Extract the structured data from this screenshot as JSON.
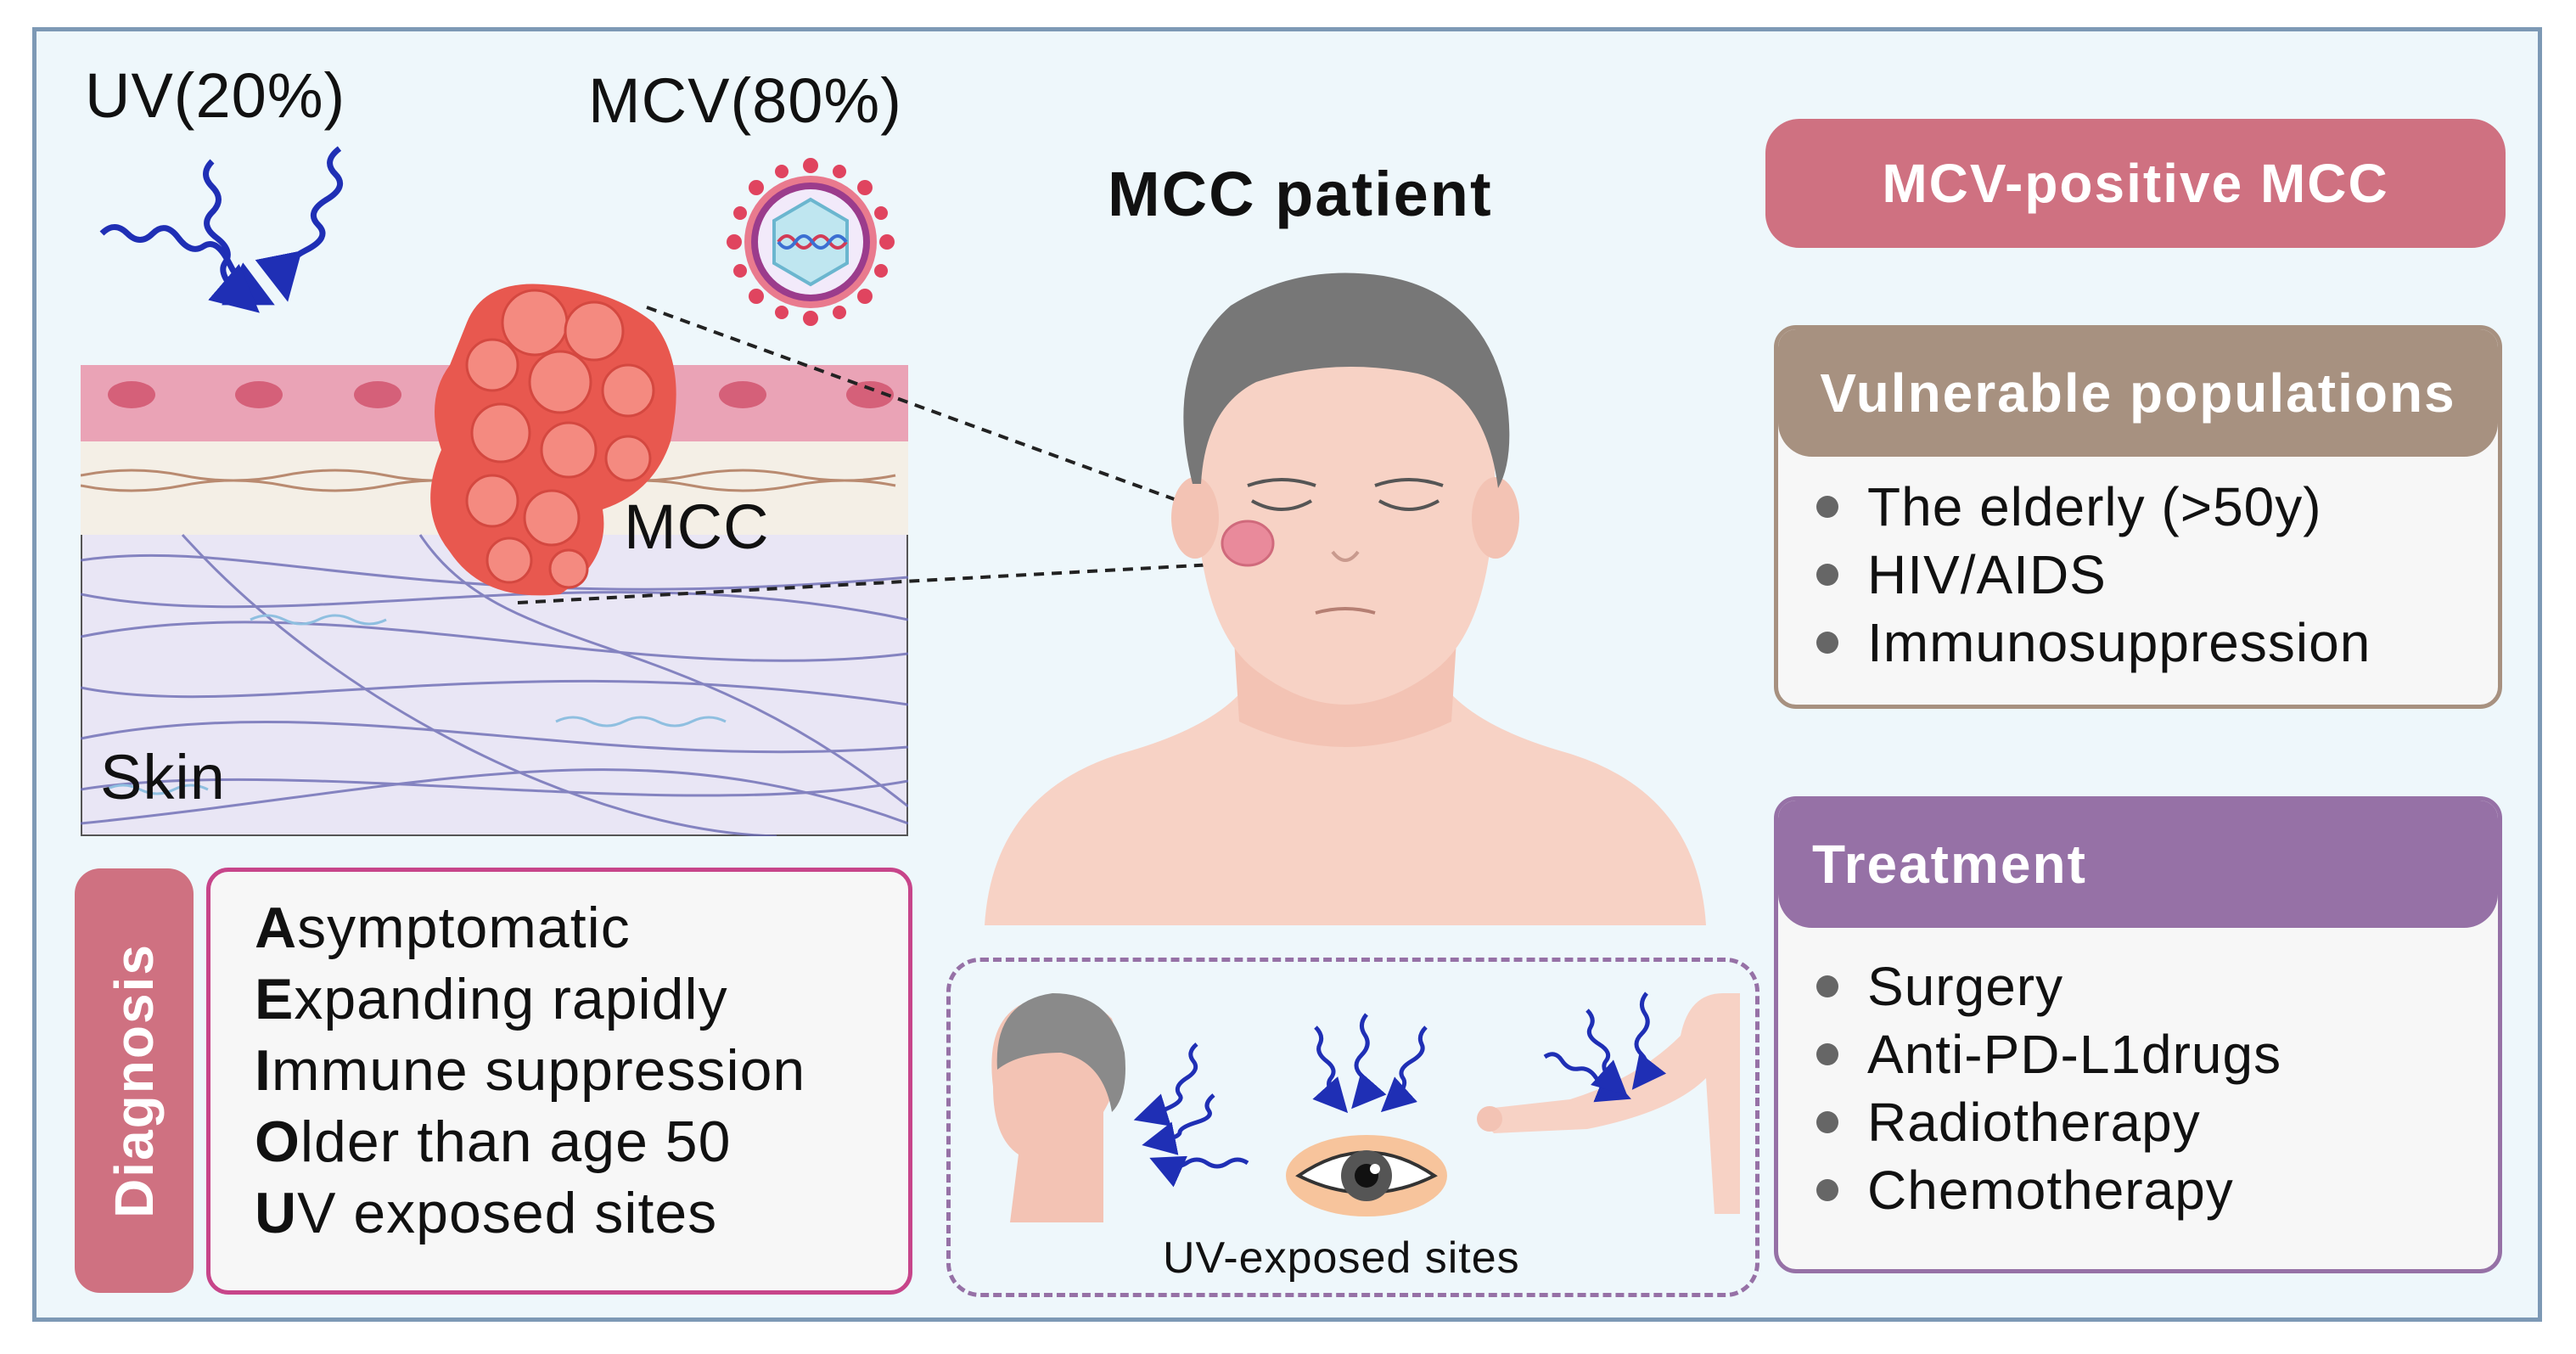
{
  "labels": {
    "uv": "UV(20%)",
    "mcv": "MCV(80%)",
    "mcc": "MCC",
    "skin": "Skin",
    "patient_title": "MCC patient",
    "uv_sites": "UV-exposed sites"
  },
  "mcv_positive": {
    "title": "MCV-positive MCC"
  },
  "vulnerable": {
    "title": "Vulnerable populations",
    "items": [
      "The elderly (>50y)",
      "HIV/AIDS",
      "Immunosuppression"
    ]
  },
  "treatment": {
    "title": "Treatment",
    "items": [
      "Surgery",
      "Anti-PD-L1drugs",
      "Radiotherapy",
      "Chemotherapy"
    ]
  },
  "diagnosis": {
    "title": "Diagnosis",
    "items": [
      {
        "initial": "A",
        "rest": "symptomatic"
      },
      {
        "initial": "E",
        "rest": "xpanding rapidly"
      },
      {
        "initial": "I",
        "rest": "mmune suppression"
      },
      {
        "initial": "O",
        "rest": "lder than age 50"
      },
      {
        "initial": "U",
        "rest": "V exposed sites"
      }
    ]
  },
  "colors": {
    "frame_border": "#7d99b5",
    "background": "#eef7fb",
    "mcv_pill": "#cf7181",
    "vulnerable_header": "#a79180",
    "treatment_header": "#9671a6",
    "diagnosis_tab": "#cf7181",
    "diagnosis_border": "#c7458a",
    "uv_arrow": "#1f2fb5",
    "tumor": "#f06a5f",
    "skin_tone": "#f7d2c5",
    "hair": "#777777"
  },
  "icons": [
    "uv-ray-icon",
    "virus-icon",
    "eye-icon",
    "head-profile-icon",
    "arm-icon"
  ]
}
